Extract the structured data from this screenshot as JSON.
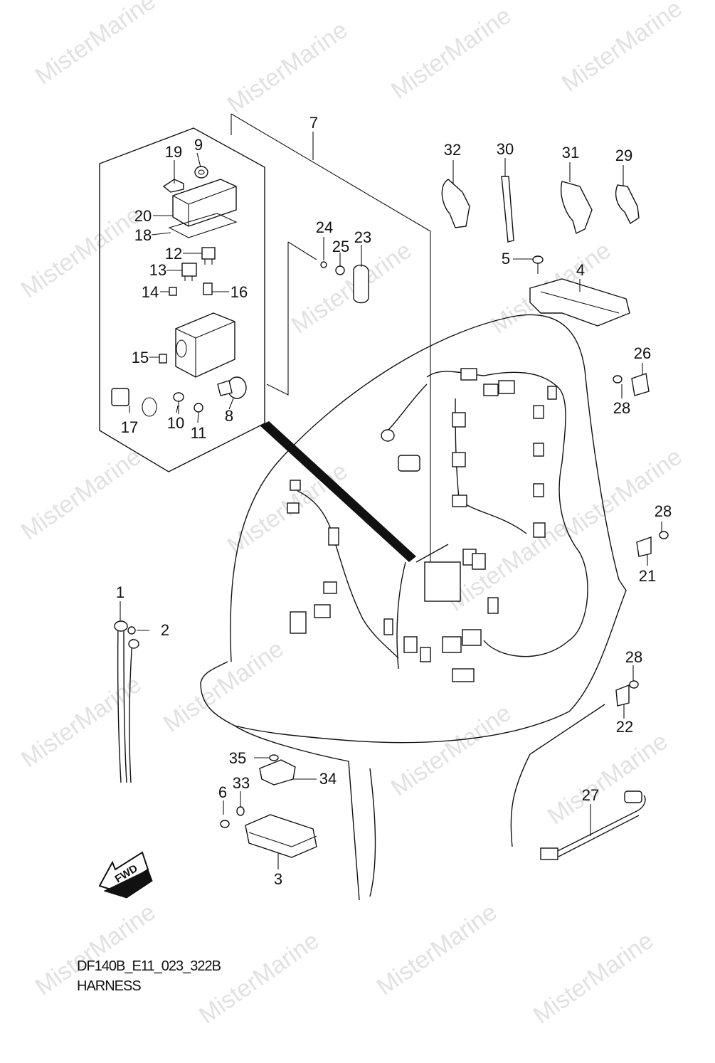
{
  "watermark": "MisterMarine",
  "diagram_code": "DF140B_E11_023_322B",
  "diagram_title": "HARNESS",
  "fwd_label": "FWD",
  "callouts": [
    "1",
    "2",
    "3",
    "4",
    "5",
    "6",
    "7",
    "8",
    "9",
    "10",
    "11",
    "12",
    "13",
    "14",
    "15",
    "16",
    "17",
    "18",
    "19",
    "20",
    "21",
    "22",
    "23",
    "24",
    "25",
    "26",
    "27",
    "28",
    "29",
    "30",
    "31",
    "32",
    "33",
    "34",
    "35"
  ]
}
